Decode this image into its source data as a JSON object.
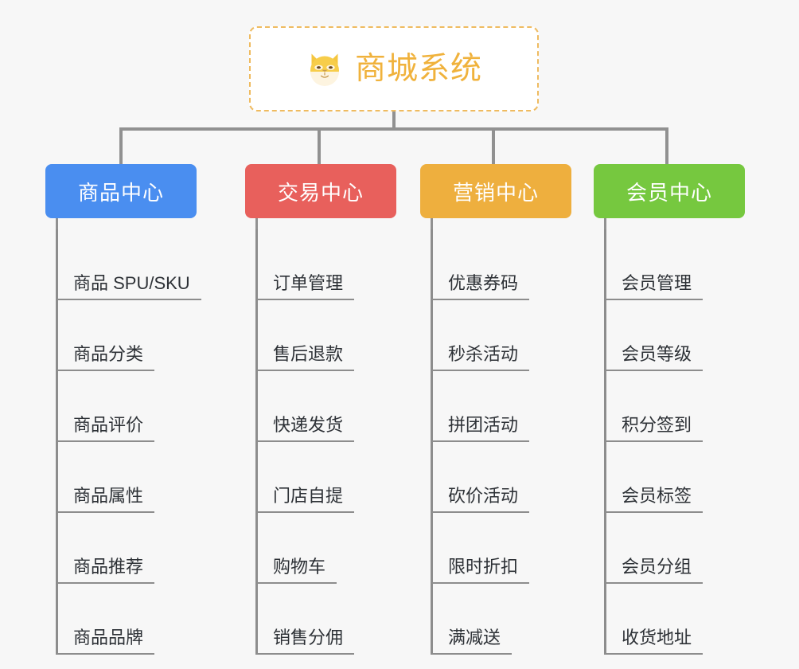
{
  "root": {
    "title": "商城系统",
    "icon": "dog-face-emoji",
    "border_color": "#efbb60",
    "text_color": "#f0b23c",
    "background": "#ffffff"
  },
  "page": {
    "background": "#f7f7f7",
    "connector_color": "#919191",
    "leaf_line_color": "#8d8d8d",
    "leaf_text_color": "#2d3136"
  },
  "columns": [
    {
      "title": "商品中心",
      "color": "#4a8ef0",
      "items": [
        "商品 SPU/SKU",
        "商品分类",
        "商品评价",
        "商品属性",
        "商品推荐",
        "商品品牌"
      ]
    },
    {
      "title": "交易中心",
      "color": "#e8605c",
      "items": [
        "订单管理",
        "售后退款",
        "快递发货",
        "门店自提",
        "购物车",
        "销售分佣"
      ]
    },
    {
      "title": "营销中心",
      "color": "#eeaf3e",
      "items": [
        "优惠券码",
        "秒杀活动",
        "拼团活动",
        "砍价活动",
        "限时折扣",
        "满减送"
      ]
    },
    {
      "title": "会员中心",
      "color": "#76c83f",
      "items": [
        "会员管理",
        "会员等级",
        "积分签到",
        "会员标签",
        "会员分组",
        "收货地址"
      ]
    }
  ]
}
